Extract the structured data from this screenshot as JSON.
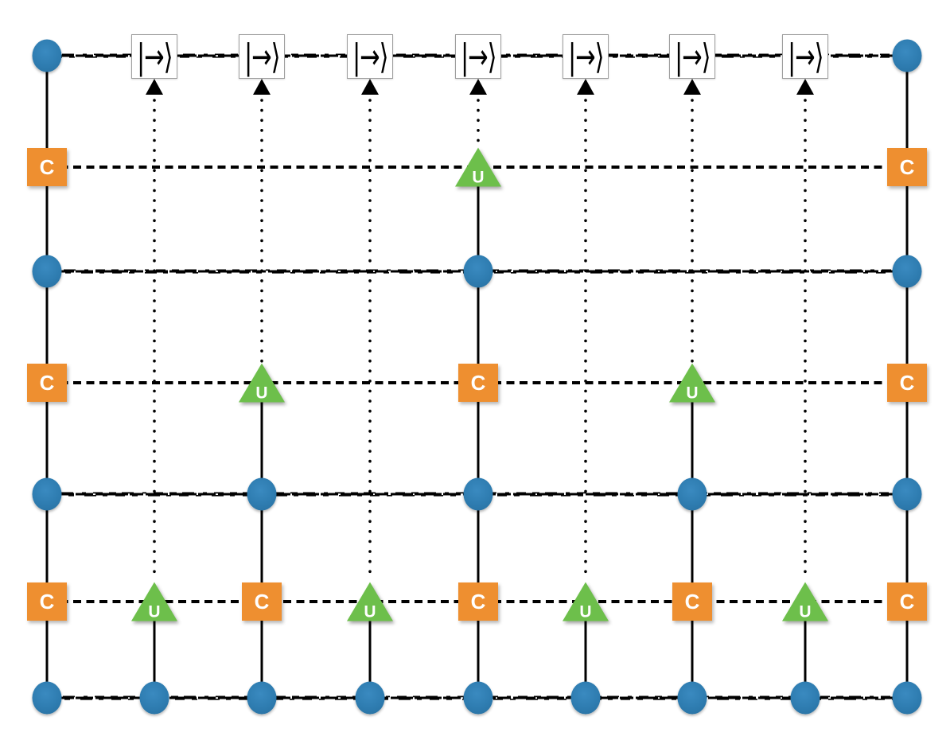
{
  "figure": {
    "kind": "lattice-tensor-network-diagram",
    "background": "#ffffff"
  },
  "labels": {
    "isometry": "C",
    "disentangler": "U",
    "ket": "|→⟩"
  },
  "colors": {
    "site_blue": "#2e7cb0",
    "isometry_orange": "#ee8f30",
    "disentangler_green": "#6dbf4b",
    "line_black": "#000000",
    "ket_border_gray": "#9e9e9e",
    "label_white": "#ffffff"
  },
  "counts": {
    "sites": 19,
    "isometries": 10,
    "disentanglers": 7,
    "kets": 7
  },
  "rows": [
    {
      "line_style": "textured-solid",
      "contents": [
        "site",
        "ket",
        "ket",
        "ket",
        "ket",
        "ket",
        "ket",
        "ket",
        "site"
      ]
    },
    {
      "line_style": "dashed",
      "contents": [
        "C",
        "",
        "",
        "",
        "U",
        "",
        "",
        "",
        "C"
      ]
    },
    {
      "line_style": "textured-solid",
      "contents": [
        "site",
        "",
        "",
        "",
        "site",
        "",
        "",
        "",
        "site"
      ]
    },
    {
      "line_style": "dashed",
      "contents": [
        "C",
        "",
        "U",
        "",
        "C",
        "",
        "U",
        "",
        "C"
      ]
    },
    {
      "line_style": "textured-solid",
      "contents": [
        "site",
        "",
        "site",
        "",
        "site",
        "",
        "site",
        "",
        "site"
      ]
    },
    {
      "line_style": "dashed",
      "contents": [
        "C",
        "U",
        "C",
        "U",
        "C",
        "U",
        "C",
        "U",
        "C"
      ]
    },
    {
      "line_style": "textured-solid",
      "contents": [
        "site",
        "site",
        "site",
        "site",
        "site",
        "site",
        "site",
        "site",
        "site"
      ]
    }
  ],
  "vertical_links": {
    "dotted_arrows_point_to": "ket boxes",
    "solid_links_connect": "tensors to sites"
  }
}
